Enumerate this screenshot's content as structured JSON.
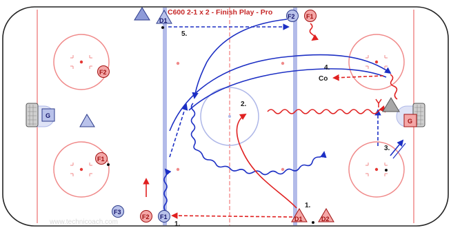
{
  "title": "C600 2-1 x 2 - Finish Play - Pro",
  "watermark": "www.technicoach.com",
  "colors": {
    "red_team": "#e57373",
    "blue_team": "#b9c2ea",
    "red_line": "#e53935",
    "blue_line": "#aeb7e8",
    "path_blue": "#1c2fc4",
    "path_red": "#e02020",
    "coach": "#9a9a9a"
  },
  "players": {
    "d1_top": "D1",
    "f2_top": "F2",
    "f1_top": "F1",
    "f2_left": "F2",
    "g_left": "G",
    "f1_left": "F1",
    "f3_bottom": "F3",
    "f2_bottom": "F2",
    "f1_bottom": "F1",
    "d1_bottom": "D1",
    "d2_bottom": "D2",
    "g_right": "G"
  },
  "labels": {
    "step_1_bottom": "1.",
    "step_1_right": "1.",
    "step_2": "2.",
    "step_3": "3.",
    "step_4": "4.",
    "step_5": "5.",
    "coach": "Co"
  }
}
